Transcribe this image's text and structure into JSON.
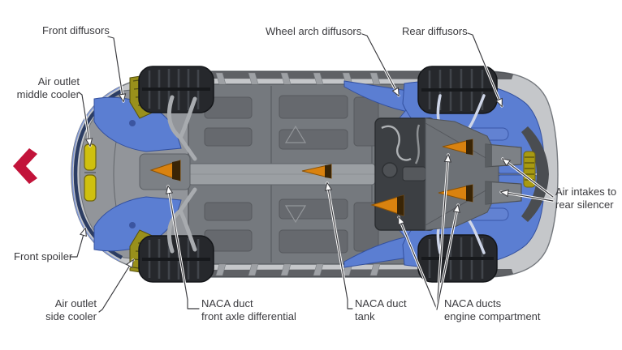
{
  "diagram": {
    "title": "car underbody aerodynamics diagram",
    "labels": {
      "front_diffusors": {
        "text": "Front diffusors"
      },
      "wheel_arch_diffusors": {
        "text": "Wheel arch diffusors"
      },
      "rear_diffusors": {
        "text": "Rear diffusors"
      },
      "air_outlet_middle_cooler": {
        "line1": "Air outlet",
        "line2": "middle cooler"
      },
      "front_spoiler": {
        "text": "Front spoiler"
      },
      "air_outlet_side_cooler": {
        "line1": "Air outlet",
        "line2": "side cooler"
      },
      "naca_duct_front_axle": {
        "line1": "NACA duct",
        "line2": "front axle differential"
      },
      "naca_duct_tank": {
        "line1": "NACA duct",
        "line2": "tank"
      },
      "naca_ducts_engine": {
        "line1": "NACA ducts",
        "line2": "engine compartment"
      },
      "air_intakes_rear_silencer": {
        "line1": "Air intakes to",
        "line2": "rear silencer"
      }
    },
    "icons": {
      "back_chevron": "left-chevron"
    },
    "colors": {
      "background": "#ffffff",
      "label_text": "#3a3a3e",
      "leader_line": "#3a3a3e",
      "brand_red": "#c2133a",
      "body_shell": "#c5c7ca",
      "floor_gray": "#75797e",
      "aero_blue": "#5b7ed2",
      "duct_orange": "#d9820f",
      "cooler_yellow": "#cfc00e",
      "tire_dark": "#26282c"
    }
  }
}
